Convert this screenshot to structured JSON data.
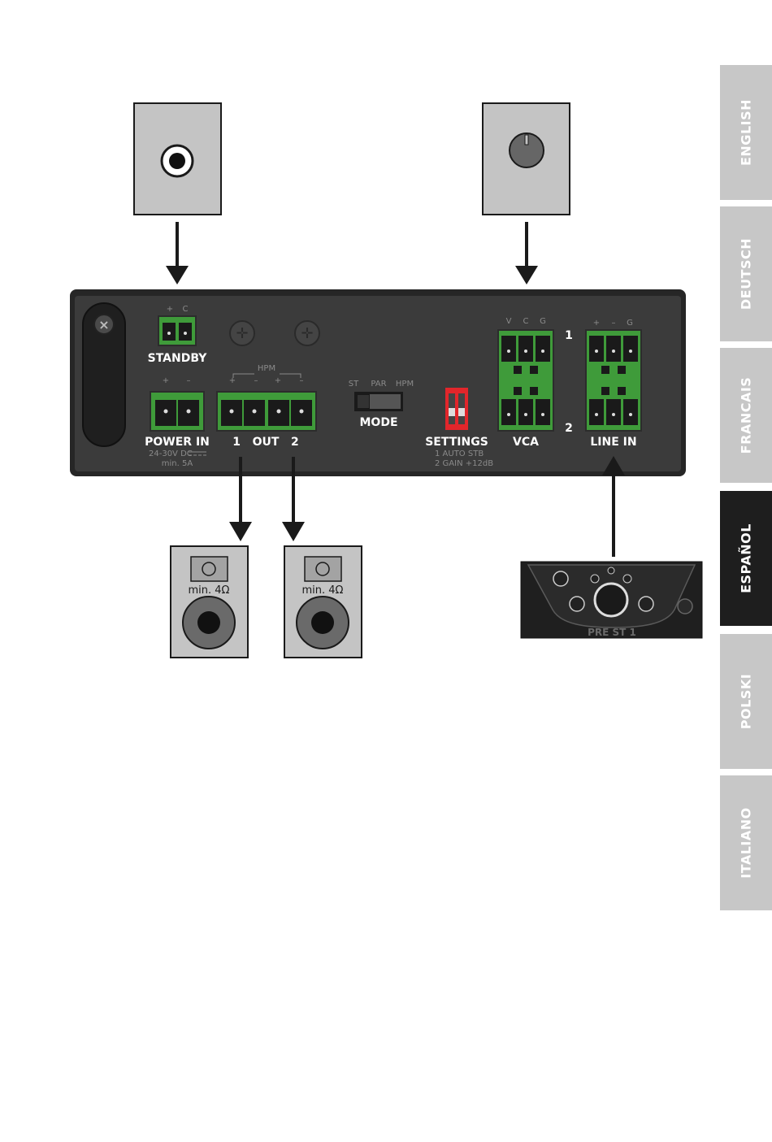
{
  "tabs": [
    {
      "label": "ENGLISH",
      "active": false
    },
    {
      "label": "DEUTSCH",
      "active": false
    },
    {
      "label": "FRANCAIS",
      "active": false
    },
    {
      "label": "ESPAÑOL",
      "active": true
    },
    {
      "label": "POLSKI",
      "active": false
    },
    {
      "label": "ITALIANO",
      "active": false
    }
  ],
  "panel": {
    "standby_polarity": [
      "+",
      "C"
    ],
    "standby_label": "STANDBY",
    "power_polarity": [
      "+",
      "–"
    ],
    "power_label": "POWER IN",
    "power_spec1": "24-30V DC",
    "power_spec2": "min. 5A",
    "hpm_label": "HPM",
    "out_polarity": [
      "+",
      "–",
      "+",
      "–"
    ],
    "out_label": "1   OUT   2",
    "mode_positions": [
      "ST",
      "PAR",
      "HPM"
    ],
    "mode_label": "MODE",
    "settings_label": "SETTINGS",
    "settings_line1": "1  AUTO STB",
    "settings_line2": "2  GAIN +12dB",
    "vca_pins": [
      "V",
      "C",
      "G"
    ],
    "vca_label": "VCA",
    "channel1": "1",
    "channel2": "2",
    "linein_pins": [
      "+",
      "–",
      "G"
    ],
    "linein_label": "LINE IN"
  },
  "speakers": [
    {
      "label": "min. 4Ω"
    },
    {
      "label": "min. 4Ω"
    }
  ],
  "preamp": {
    "label": "PRE ST 1"
  },
  "colors": {
    "tab": "#c7c7c7",
    "tab_active": "#1e1e1e",
    "panel": "#3a3a3a",
    "connector": "#3f9b3a",
    "switch_red": "#e2262b"
  }
}
